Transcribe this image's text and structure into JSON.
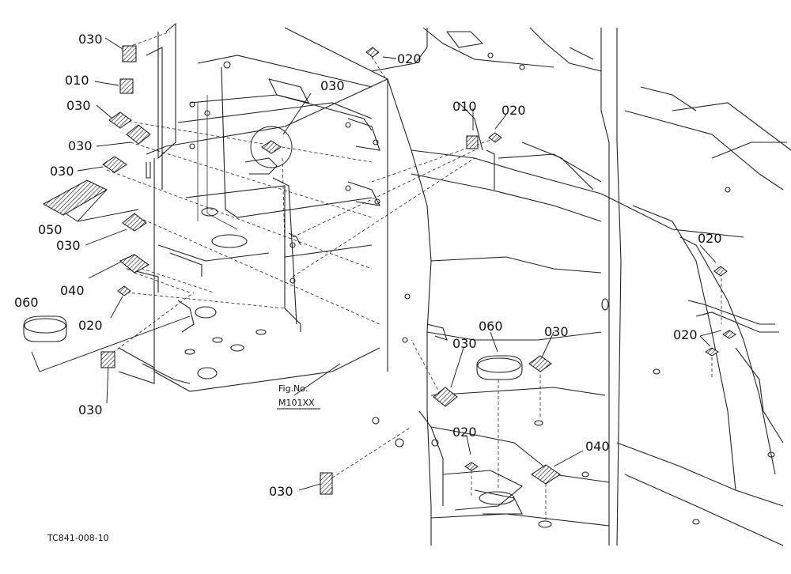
{
  "callouts": {
    "c030_a": "030",
    "c010_a": "010",
    "c030_b": "030",
    "c030_c": "030",
    "c030_d": "030",
    "c050": "050",
    "c030_e": "030",
    "c040_a": "040",
    "c060_a": "060",
    "c020_a": "020",
    "c030_f": "030",
    "c030_g": "030",
    "c020_b": "020",
    "c010_b": "010",
    "c020_c": "020",
    "c020_d": "020",
    "c020_e": "020",
    "c060_b": "060",
    "c030_h": "030",
    "c030_i": "030",
    "c020_f": "020",
    "c040_b": "040",
    "c030_j": "030"
  },
  "figure_ref": {
    "line1": "Fig.No.",
    "line2": "M101XX"
  },
  "drawing_code": "TC841-008-10"
}
